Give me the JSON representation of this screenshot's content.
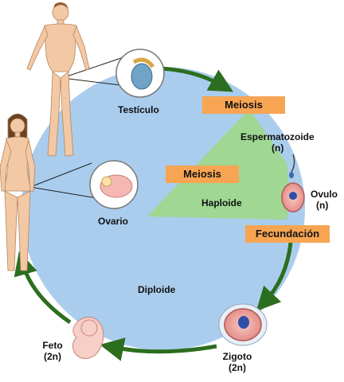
{
  "labels": {
    "testiculo": "Testículo",
    "ovario": "Ovario",
    "espermatozoide": "Espermatozoide",
    "espermatozoide_ploidy": "(n)",
    "ovulo": "Ovulo",
    "ovulo_ploidy": "(n)",
    "haploide": "Haploide",
    "diploide": "Diploide",
    "zigoto": "Zigoto",
    "zigoto_ploidy": "(2n)",
    "feto": "Feto",
    "feto_ploidy": "(2n)"
  },
  "process_tags": {
    "meiosis_male": "Meiosis",
    "meiosis_female": "Meiosis",
    "fecundacion": "Fecundación"
  },
  "colors": {
    "diploid_circle": "#aacdee",
    "haploid_wedge": "#9fd793",
    "cycle_arrow": "#2c6e1f",
    "tag_fill": "#f7a553",
    "skin": "#f2c9a4"
  }
}
